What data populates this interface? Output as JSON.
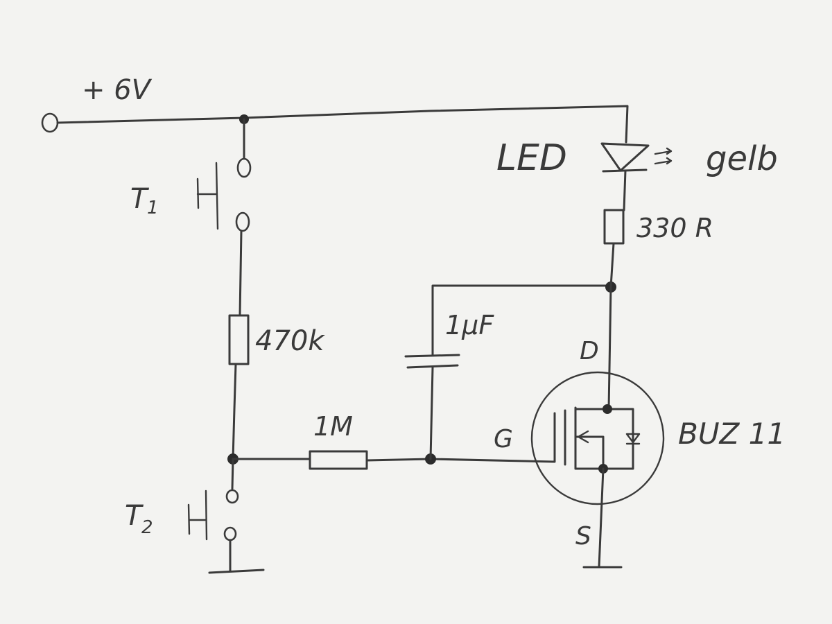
{
  "labels": {
    "supply": "+ 6V",
    "led": "LED",
    "led_color": "gelb",
    "r_led": "330 R",
    "t1": "T",
    "t1_sub": "1",
    "t2": "T",
    "t2_sub": "2",
    "r_470k": "470k",
    "cap": "1µF",
    "r_1m": "1M",
    "drain": "D",
    "gate": "G",
    "source": "S",
    "mosfet": "BUZ 11"
  },
  "colors": {
    "paper": "#f3f3f1",
    "ink": "#3a3a3a"
  }
}
